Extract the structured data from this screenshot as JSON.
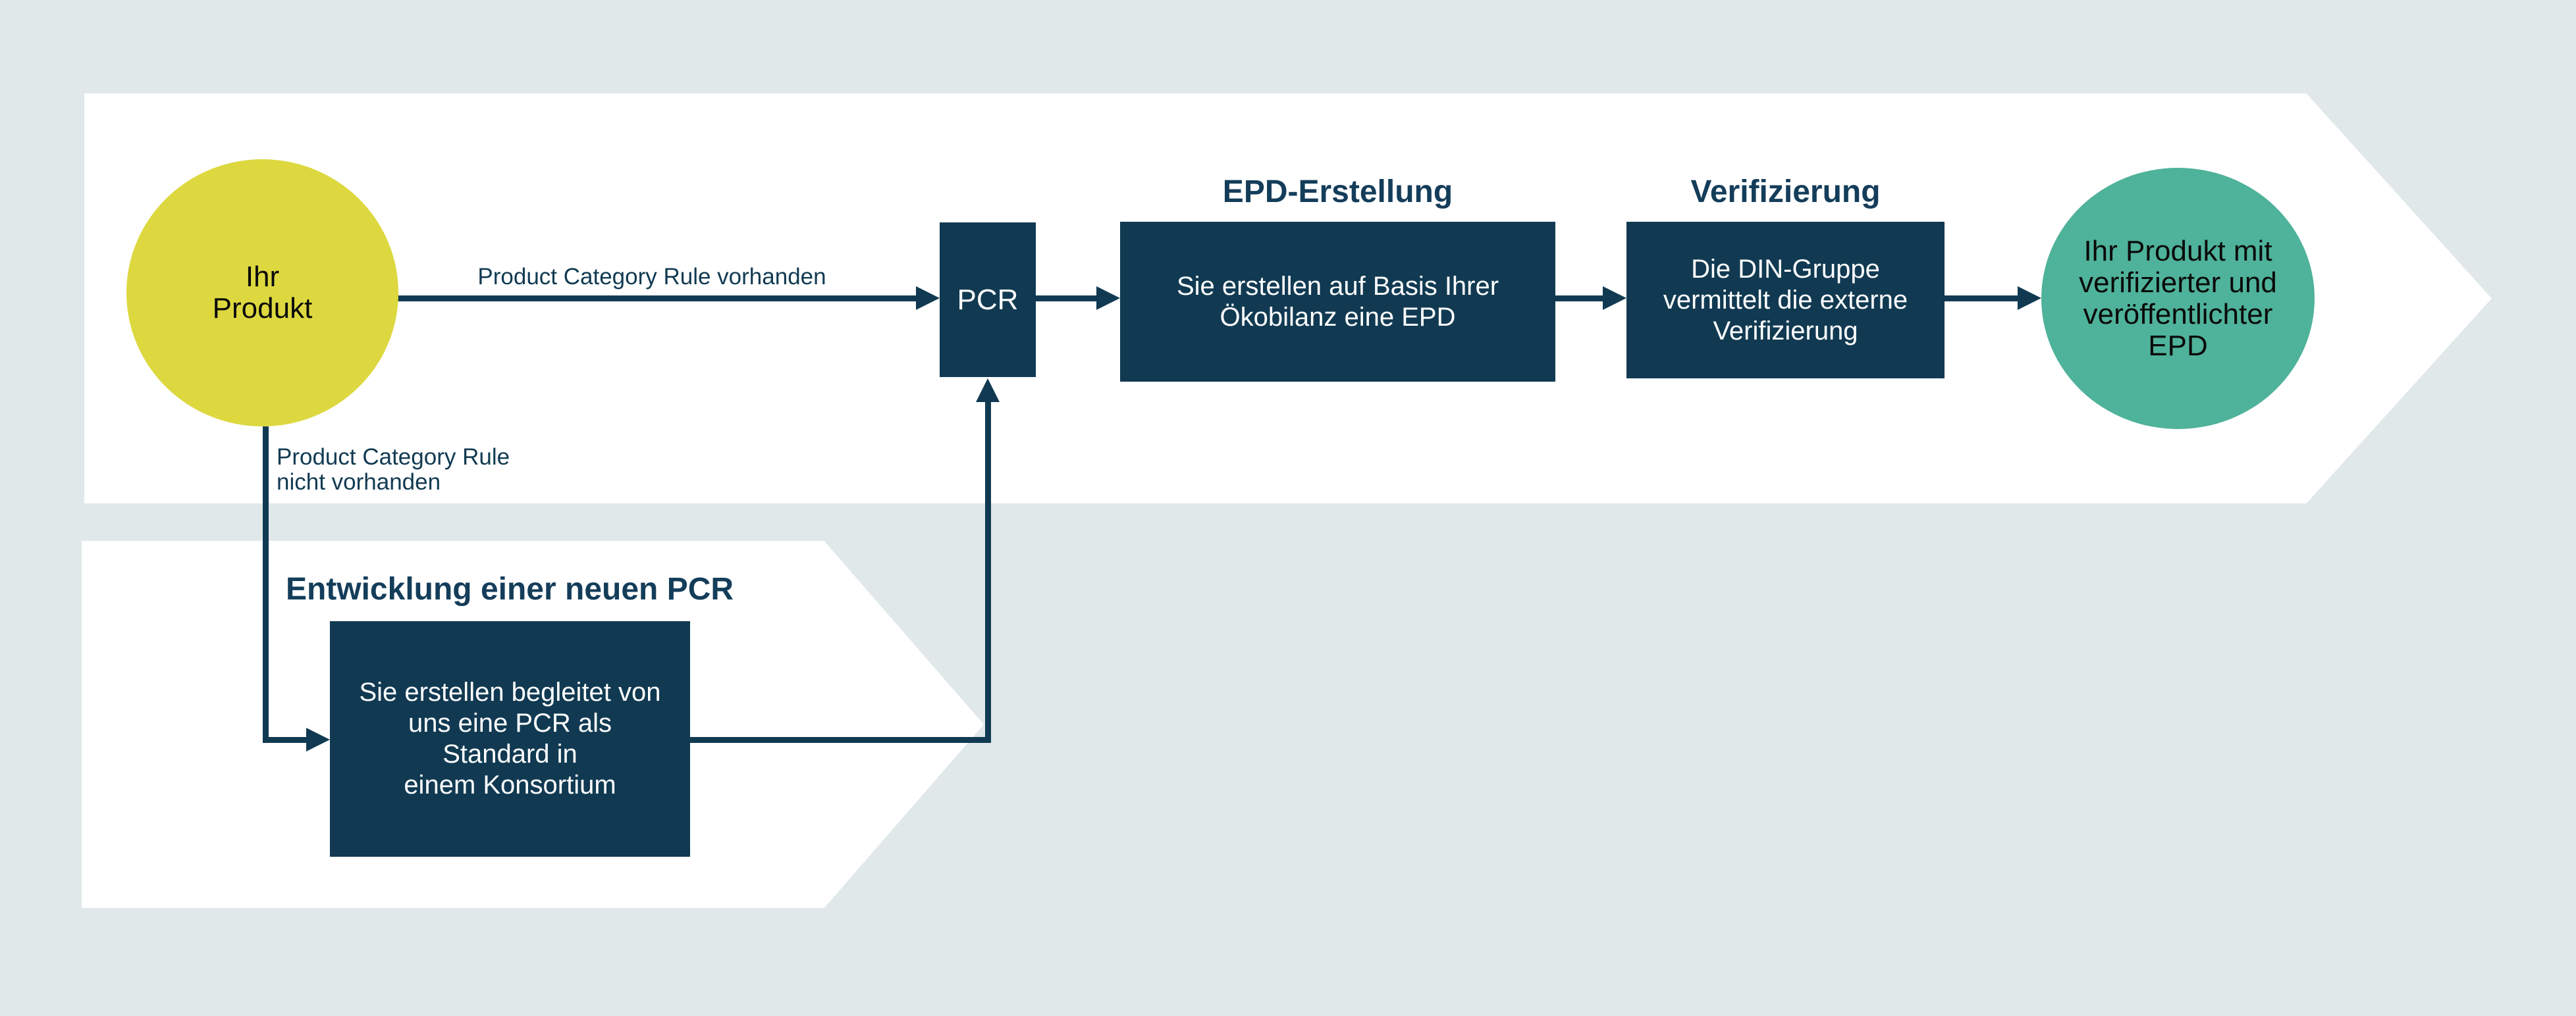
{
  "diagram": {
    "colors": {
      "navy": "#113a52",
      "heading": "#143d5a",
      "yellow": "#ddd83f",
      "green": "#4fb29a",
      "background": "#e0e8ea",
      "banner": "#ffffff",
      "box_text": "#ffffff",
      "circle_text": "#0a0a0a"
    },
    "start_circle": {
      "line1": "Ihr",
      "line2": "Produkt"
    },
    "branch_labels": {
      "pcr_present": "Product Category Rule vorhanden",
      "pcr_absent_line1": "Product Category Rule",
      "pcr_absent_line2": "nicht vorhanden"
    },
    "pcr_box": {
      "label": "PCR"
    },
    "epd_section": {
      "heading": "EPD-Erstellung",
      "line1": "Sie erstellen auf Basis Ihrer",
      "line2": "Ökobilanz eine EPD"
    },
    "verification_section": {
      "heading": "Verifizierung",
      "line1": "Die DIN-Gruppe",
      "line2": "vermittelt die externe",
      "line3": "Verifizierung"
    },
    "end_circle": {
      "line1": "Ihr Produkt mit",
      "line2": "verifizierter und",
      "line3": "veröffentlichter",
      "line4": "EPD"
    },
    "new_pcr_section": {
      "heading": "Entwicklung einer neuen PCR",
      "line1": "Sie erstellen begleitet von",
      "line2": "uns eine PCR als",
      "line3": "Standard in",
      "line4": "einem Konsortium"
    }
  }
}
